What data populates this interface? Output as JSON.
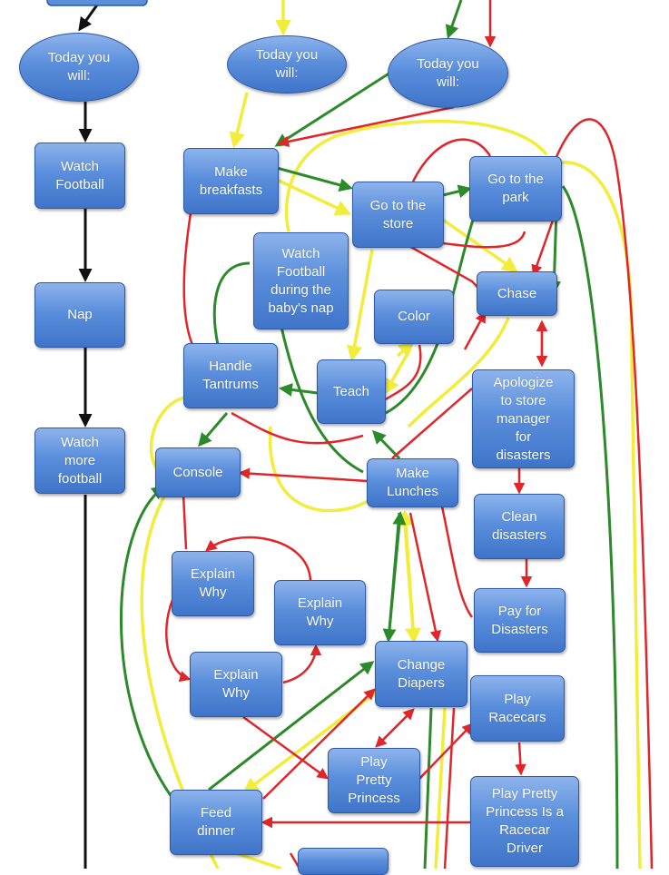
{
  "nodes": {
    "today_1": "Today you\nwill:",
    "watch_football": "Watch\nFootball",
    "nap": "Nap",
    "watch_more_football": "Watch\nmore\nfootball",
    "today_2": "Today you\nwill:",
    "today_3": "Today you\nwill:",
    "make_breakfasts": "Make\nbreakfasts",
    "go_to_store": "Go to the\nstore",
    "go_to_park": "Go to the\npark",
    "watch_football_nap": "Watch\nFootball\nduring the\nbaby's nap",
    "chase": "Chase",
    "color": "Color",
    "handle_tantrums": "Handle\nTantrums",
    "teach": "Teach",
    "apologize": "Apologize\nto store\nmanager\nfor\ndisasters",
    "console": "Console",
    "make_lunches": "Make\nLunches",
    "clean_disasters": "Clean\ndisasters",
    "explain_why_1": "Explain\nWhy",
    "explain_why_2": "Explain\nWhy",
    "explain_why_3": "Explain\nWhy",
    "pay_disasters": "Pay for\nDisasters",
    "change_diapers": "Change\nDiapers",
    "play_racecars": "Play\nRacecars",
    "play_pretty_princess": "Play\nPretty\nPrincess",
    "play_pretty_princess_racecar": "Play Pretty\nPrincess Is a\nRacecar\nDriver",
    "feed_dinner": "Feed\ndinner"
  },
  "colors": {
    "black": "#111111",
    "red": "#e0262a",
    "green": "#2c8a2a",
    "yellow": "#f2ec3a",
    "node_fill": "#5b8fdc",
    "node_border": "#2d5aa3"
  }
}
